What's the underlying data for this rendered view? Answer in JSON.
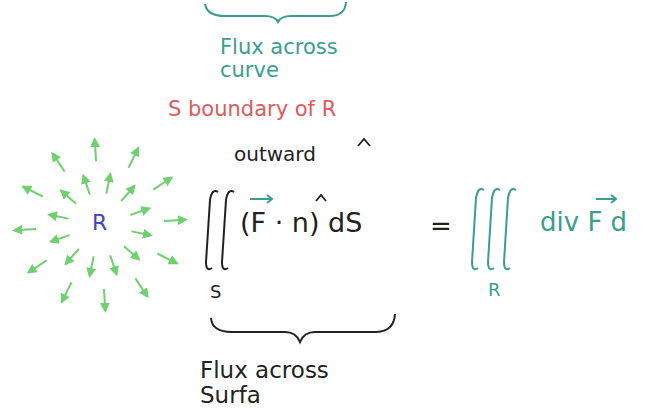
{
  "diagram": {
    "labels": [
      "Flux across curve",
      "S boundary of R",
      "outward",
      "R",
      "(F · n) dS",
      "S",
      "=",
      "div F d",
      "R",
      "Flux across Surfa"
    ]
  }
}
